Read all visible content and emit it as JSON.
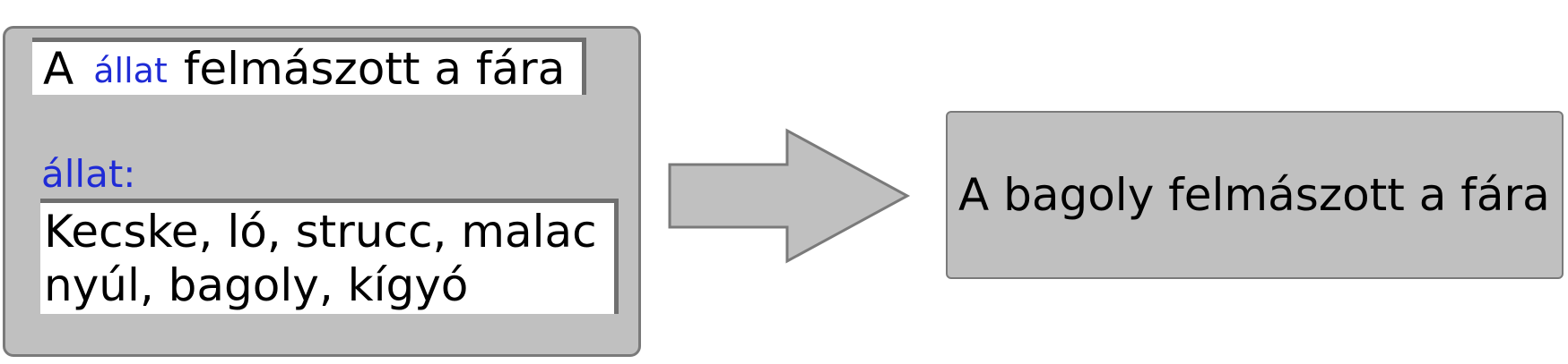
{
  "colors": {
    "panel_fill": "#c0c0c0",
    "panel_border": "#7a7a7a",
    "text_box_fill": "#ffffff",
    "text_box_shadow": "#6f6f6f",
    "variable_text": "#1f2bd6",
    "body_text": "#000000"
  },
  "template": {
    "prefix": "A",
    "variable": "állat",
    "suffix": "felmászott a fára"
  },
  "variable_definition": {
    "label": "állat:",
    "options_line1": "Kecske, ló, strucc, malac",
    "options_line2": "nyúl, bagoly, kígyó"
  },
  "result": {
    "sentence": "A bagoly felmászott a fára"
  }
}
